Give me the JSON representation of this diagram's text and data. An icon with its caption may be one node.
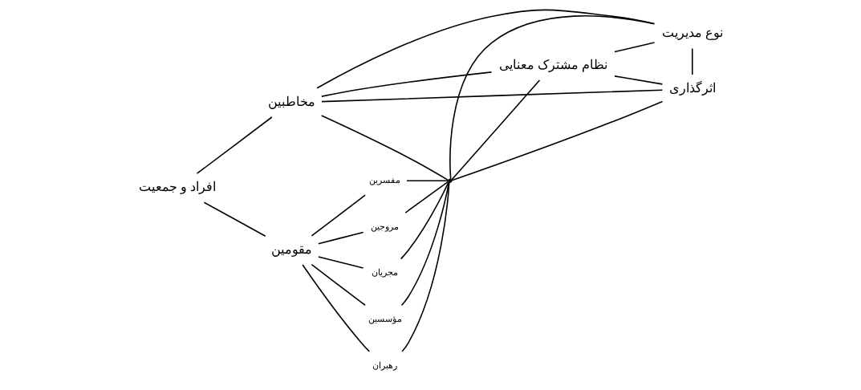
{
  "diagram": {
    "nodes": [
      {
        "text": [
          "افراد و جمعیت"
        ]
      },
      {
        "text": [
          "مقومین"
        ]
      },
      {
        "text": [
          "مخاطبین"
        ]
      },
      {
        "text": [
          "مؤسسین"
        ]
      },
      {
        "text": [
          "رهبران"
        ]
      },
      {
        "text": [
          "مفسرین"
        ]
      },
      {
        "text": [
          "مروجین"
        ]
      },
      {
        "text": [
          "مجریان"
        ]
      },
      {
        "text": [],
        "shape": "point"
      },
      {
        "text": [
          "نظام مشترک معنایی"
        ]
      },
      {
        "text": [
          "نوع مدیریت"
        ]
      },
      {
        "text": [
          "اثرگذاری"
        ]
      }
    ],
    "edges": [
      {
        "from": 0,
        "to": 1,
        "arrow": "none"
      },
      {
        "from": 0,
        "to": 2,
        "arrow": "none"
      },
      {
        "from": 1,
        "to": 3,
        "arrow": "none"
      },
      {
        "from": 1,
        "to": 4,
        "arrow": "none"
      },
      {
        "from": 1,
        "to": 5,
        "arrow": "none"
      },
      {
        "from": 1,
        "to": 6,
        "arrow": "none"
      },
      {
        "from": 1,
        "to": 7,
        "arrow": "none"
      },
      {
        "from": 3,
        "to": 8,
        "arrow": "none"
      },
      {
        "from": 4,
        "to": 8,
        "arrow": "none"
      },
      {
        "from": 5,
        "to": 8,
        "arrow": "none"
      },
      {
        "from": 6,
        "to": 8,
        "arrow": "none"
      },
      {
        "from": 7,
        "to": 8,
        "arrow": "none"
      },
      {
        "from": 8,
        "to": 9,
        "arrow": "none"
      },
      {
        "from": 8,
        "to": 10,
        "arrow": "none"
      },
      {
        "from": 8,
        "to": 11,
        "arrow": "none"
      },
      {
        "from": 8,
        "to": 2,
        "arrow": "none"
      },
      {
        "from": 9,
        "to": 10,
        "arrow": "none"
      },
      {
        "from": 9,
        "to": 11,
        "arrow": "none"
      },
      {
        "from": 9,
        "to": 2,
        "arrow": "none"
      },
      {
        "from": 10,
        "to": 2,
        "arrow": "none"
      },
      {
        "from": 10,
        "to": 11,
        "arrow": "none"
      },
      {
        "from": 11,
        "to": 2,
        "arrow": "none"
      }
    ]
  }
}
